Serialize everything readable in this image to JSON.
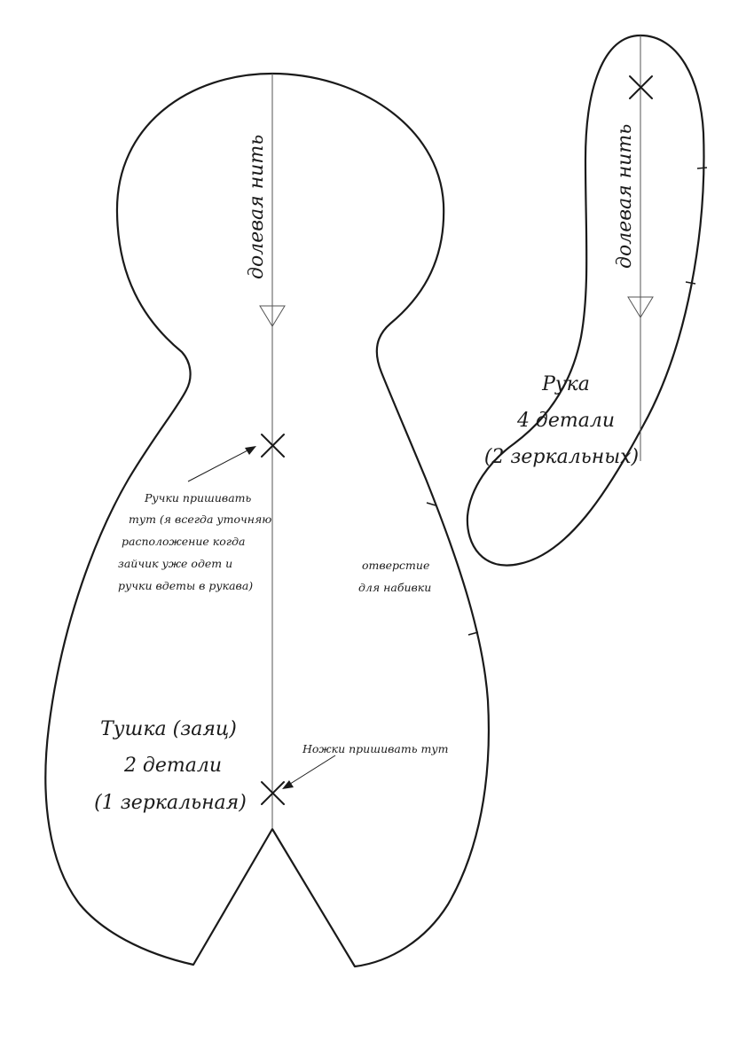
{
  "body_piece": {
    "grain_label": "долевая нить",
    "title_lines": [
      "Тушка (заяц)",
      "2 детали",
      "(1 зеркальная)"
    ],
    "arms_note_lines": [
      "Ручки пришивать",
      "тут (я всегда уточняю",
      "расположение когда",
      "зайчик уже одет  и",
      "ручки вдеты в рукава)"
    ],
    "stuffing_note_lines": [
      "отверстие",
      "для набивки"
    ],
    "legs_note": "Ножки пришивать тут"
  },
  "arm_piece": {
    "grain_label": "долевая нить",
    "title_lines": [
      "Рука",
      "4 детали",
      "(2 зеркальных)"
    ]
  },
  "colors": {
    "line": "#1a1a1a",
    "grain_line": "#555555",
    "background": "#ffffff"
  }
}
